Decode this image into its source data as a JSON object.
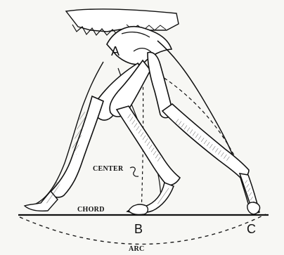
{
  "diagram": {
    "labels": {
      "a": "A",
      "b": "B",
      "c": "C",
      "center": "CENTER",
      "chord": "CHORD",
      "arc": "ARC"
    },
    "colors": {
      "ink": "#111111",
      "paper": "#f7f7f4",
      "bone_fill": "#f9f9f7"
    }
  }
}
